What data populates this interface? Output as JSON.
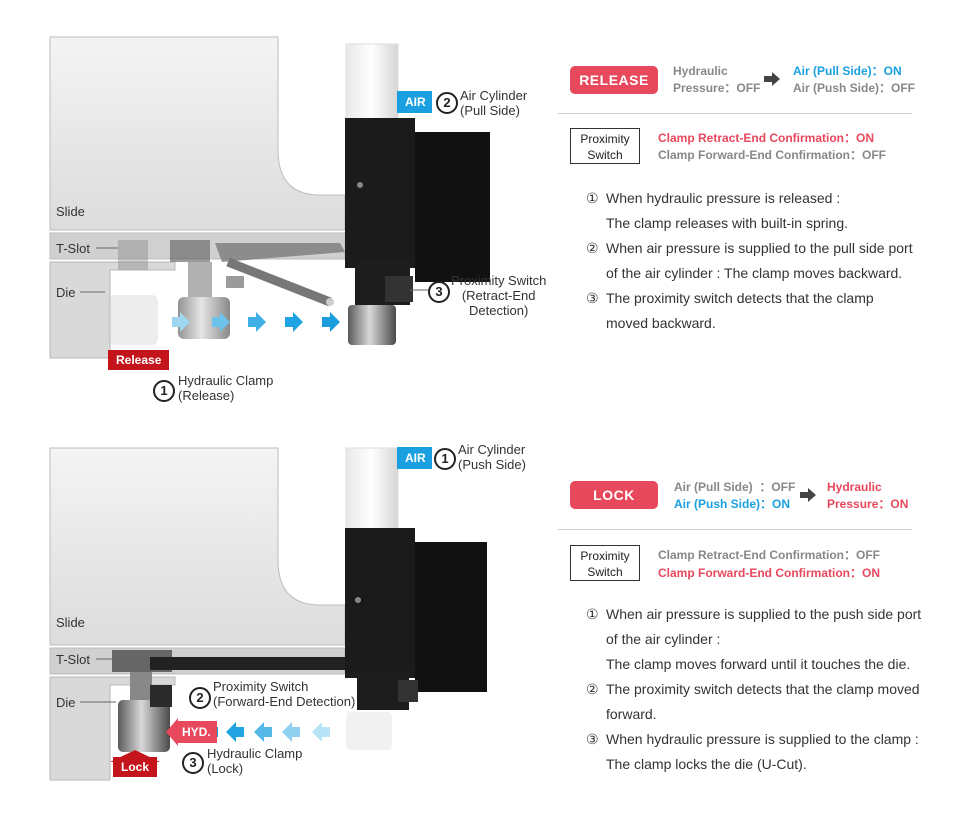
{
  "release": {
    "illustration": {
      "labels": {
        "slide": "Slide",
        "tslot": "T-Slot",
        "die": "Die"
      },
      "air_tag": "AIR",
      "release_tag": "Release",
      "callouts": [
        {
          "num": "2",
          "text": "Air Cylinder\n(Pull Side)"
        },
        {
          "num": "3",
          "text": "Proximity Switch\n(Retract-End\nDetection)"
        },
        {
          "num": "1",
          "text": "Hydraulic Clamp\n(Release)"
        }
      ]
    },
    "badge": "RELEASE",
    "from": "Hydraulic\nPressure：OFF",
    "to_on": "Air (Pull Side)：ON",
    "to_off": "Air (Push Side)：OFF",
    "prox_label": "Proximity\nSwitch",
    "prox_on": "Clamp Retract-End Confirmation：ON",
    "prox_off": "Clamp Forward-End Confirmation：OFF",
    "steps": [
      {
        "num": "①",
        "lines": [
          "When hydraulic pressure is released :",
          "The clamp releases with built-in spring."
        ]
      },
      {
        "num": "②",
        "lines": [
          "When air pressure  is supplied to the pull side port",
          "of the air cylinder : The clamp moves backward."
        ]
      },
      {
        "num": "③",
        "lines": [
          "The proximity switch detects that the clamp",
          "moved backward."
        ]
      }
    ]
  },
  "lock": {
    "illustration": {
      "labels": {
        "slide": "Slide",
        "tslot": "T-Slot",
        "die": "Die"
      },
      "air_tag": "AIR",
      "hyd_tag": "HYD.",
      "lock_tag": "Lock",
      "callouts": [
        {
          "num": "1",
          "text": "Air Cylinder\n(Push Side)"
        },
        {
          "num": "2",
          "text": "Proximity Switch\n(Forward-End Detection)"
        },
        {
          "num": "3",
          "text": "Hydraulic Clamp\n(Lock)"
        }
      ]
    },
    "badge": "LOCK",
    "from_off": "Air (Pull Side)  ：OFF",
    "from_on": "Air (Push Side)：ON",
    "to": "Hydraulic\nPressure：ON",
    "prox_label": "Proximity\nSwitch",
    "prox_off": "Clamp Retract-End Confirmation：OFF",
    "prox_on": "Clamp Forward-End Confirmation：ON",
    "steps": [
      {
        "num": "①",
        "lines": [
          "When air pressure is supplied to the push side port",
          "of the air cylinder :",
          "The clamp moves forward until it touches the die."
        ]
      },
      {
        "num": "②",
        "lines": [
          "The proximity switch detects that the clamp moved",
          "forward."
        ]
      },
      {
        "num": "③",
        "lines": [
          "When hydraulic pressure is supplied to the clamp :",
          "The clamp locks the die (U-Cut)."
        ]
      }
    ]
  },
  "colors": {
    "accent_red": "#e8485c",
    "air_blue": "#1aa0e0",
    "release_red": "#c4151c",
    "grey_text": "#888888"
  }
}
